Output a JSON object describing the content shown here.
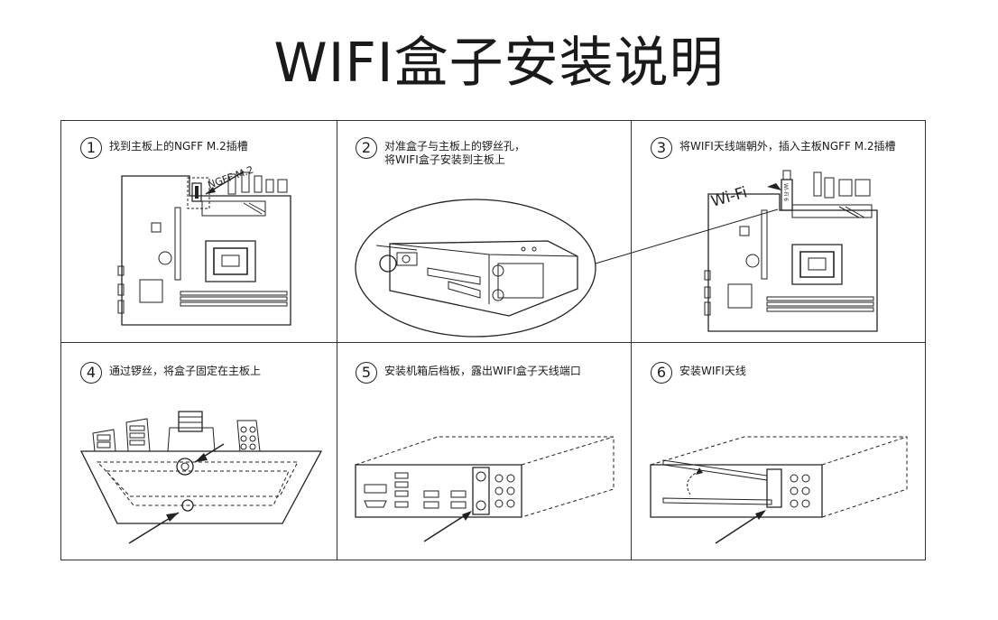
{
  "title": "WIFI盒子安装说明",
  "steps": [
    {
      "num": "1",
      "text": "找到主板上的NGFF M.2插槽"
    },
    {
      "num": "2",
      "text": "对准盒子与主板上的锣丝孔，\n将WIFI盒子安装到主板上"
    },
    {
      "num": "3",
      "text": "将WIFI天线端朝外，插入主板NGFF M.2插槽"
    },
    {
      "num": "4",
      "text": "通过锣丝，将盒子固定在主板上"
    },
    {
      "num": "5",
      "text": "安装机箱后档板，露出WIFI盒子天线端口"
    },
    {
      "num": "6",
      "text": "安装WIFI天线"
    }
  ],
  "labels": {
    "slot_label": "NGFF M.2",
    "wifi_label": "Wi-Fi",
    "module_label": "Wi-Fi 6"
  }
}
